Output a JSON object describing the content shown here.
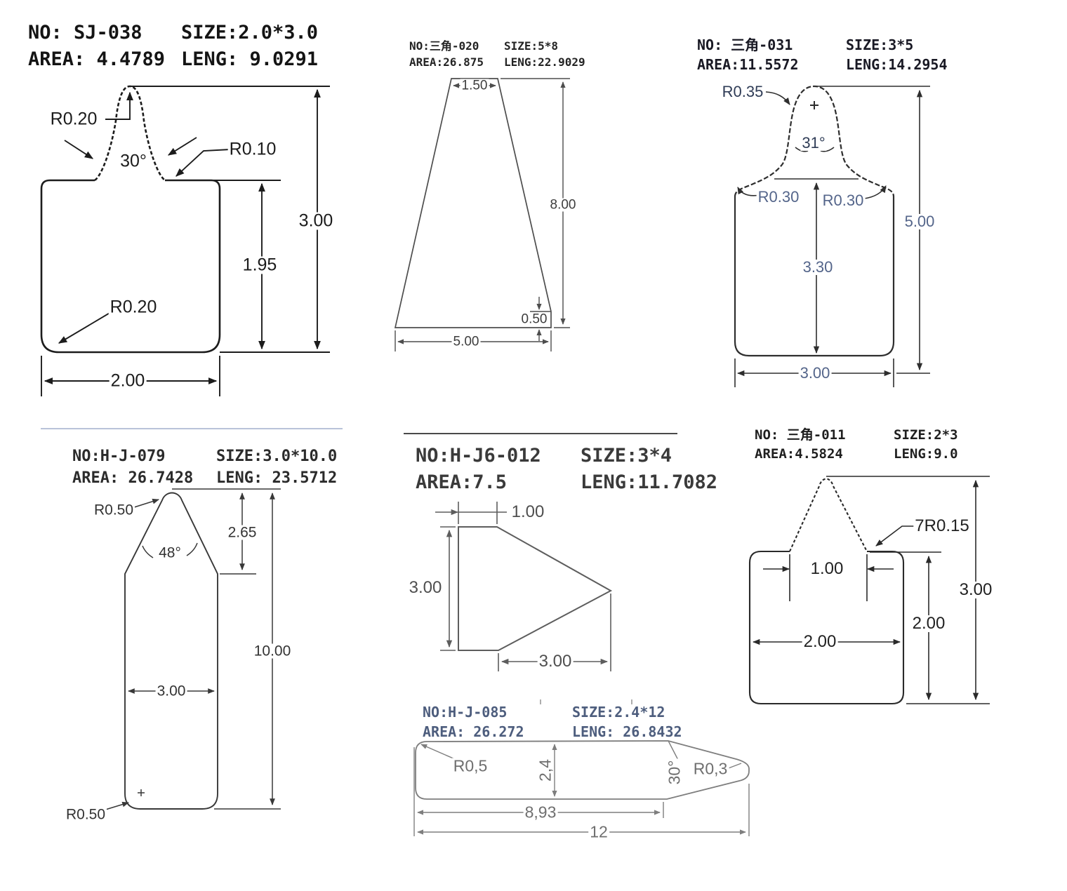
{
  "drawings": {
    "d1": {
      "no": "NO: SJ-038",
      "size": "SIZE:2.0*3.0",
      "area": "AREA: 4.4789",
      "leng": "LENG: 9.0291",
      "dims": {
        "r_top": "R0.20",
        "angle": "30°",
        "r_neck": "R0.10",
        "total_h": "3.00",
        "body_h": "1.95",
        "r_corner": "R0.20",
        "width": "2.00"
      }
    },
    "d2": {
      "no": "NO:三角-020",
      "size": "SIZE:5*8",
      "area": "AREA:26.875",
      "leng": "LENG:22.9029",
      "dims": {
        "top_w": "1.50",
        "height": "8.00",
        "step": "0.50",
        "width": "5.00"
      }
    },
    "d3": {
      "no": "NO: 三角-031",
      "size": "SIZE:3*5",
      "area": "AREA:11.5572",
      "leng": "LENG:14.2954",
      "dims": {
        "r_tip": "R0.35",
        "angle": "31°",
        "r_left": "R0.30",
        "r_right": "R0.30",
        "total_h": "5.00",
        "body_h": "3.30",
        "width": "3.00"
      }
    },
    "d4": {
      "no": "NO:H-J-079",
      "size": "SIZE:3.0*10.0",
      "area": "AREA: 26.7428",
      "leng": "LENG: 23.5712",
      "dims": {
        "r_top": "R0.50",
        "angle": "48°",
        "tip_h": "2.65",
        "total_h": "10.00",
        "width": "3.00",
        "r_bottom": "R0.50"
      }
    },
    "d5": {
      "no": "NO:H-J6-012",
      "size": "SIZE:3*4",
      "area": "AREA:7.5",
      "leng": "LENG:11.7082",
      "dims": {
        "top_w": "1.00",
        "height": "3.00",
        "bottom_w": "3.00"
      }
    },
    "d6": {
      "no": "NO: 三角-011",
      "size": "SIZE:2*3",
      "area": "AREA:4.5824",
      "leng": "LENG:9.0",
      "dims": {
        "r_label": "7R0.15",
        "peak_w": "1.00",
        "total_h": "3.00",
        "body_h": "2.00",
        "width": "2.00"
      }
    },
    "d7": {
      "no": "NO:H-J-085",
      "size": "SIZE:2.4*12",
      "area": "AREA: 26.272",
      "leng": "LENG: 26.8432",
      "dims": {
        "r_left": "R0,5",
        "thickness": "2,4",
        "angle": "30°",
        "r_right": "R0,3",
        "len_body": "8,93",
        "len_total": "12"
      }
    }
  }
}
